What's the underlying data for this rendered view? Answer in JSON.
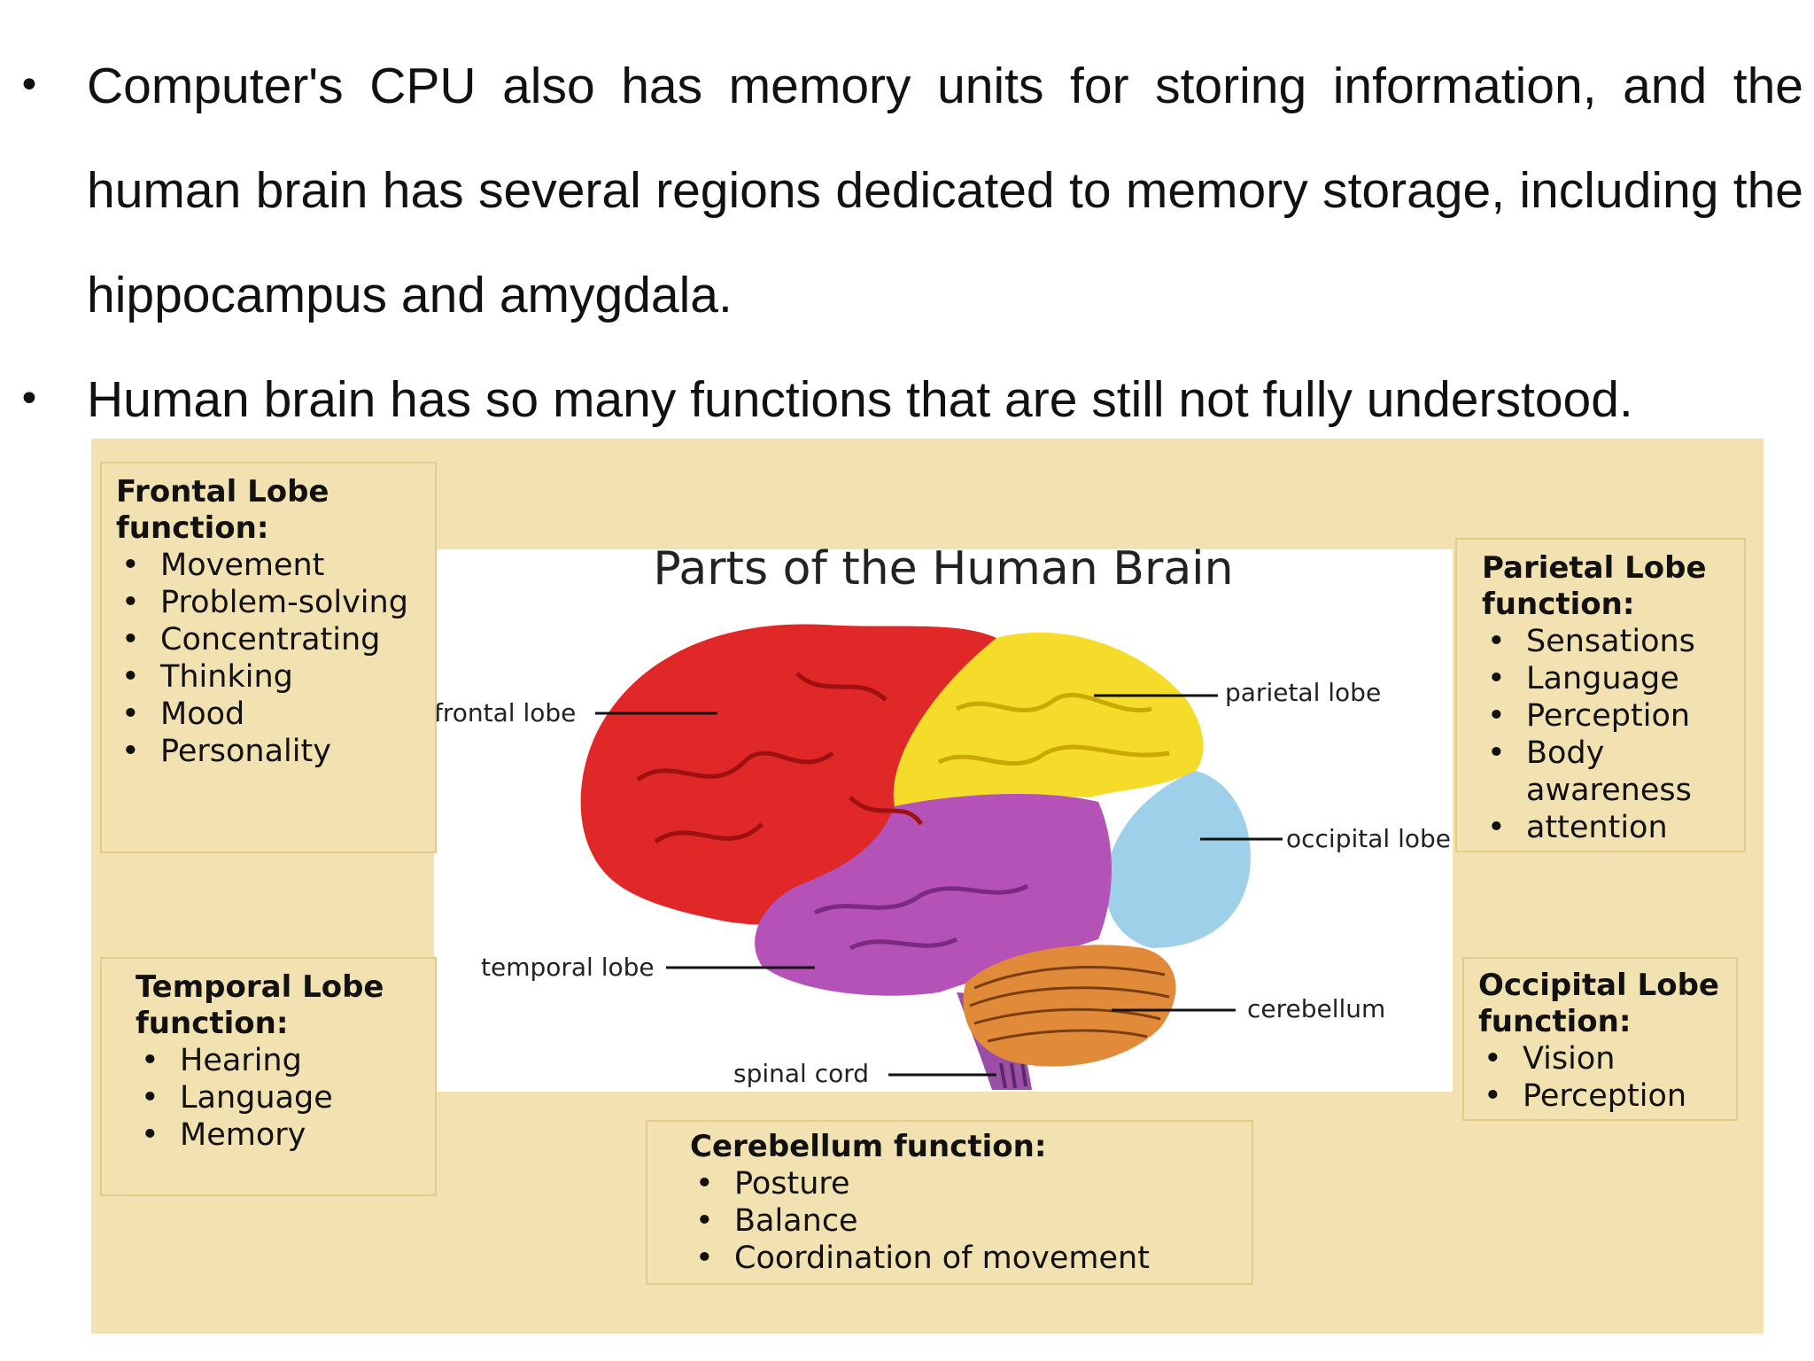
{
  "bullets": [
    {
      "text": "Computer's CPU also has memory units for storing information, and the human brain has several regions dedicated to memory storage, including the hippocampus and amygdala."
    },
    {
      "text": "Human brain has so many functions that are still not fully understood."
    }
  ],
  "diagram": {
    "title": "Parts of the Human Brain",
    "labels": {
      "frontal": "frontal lobe",
      "parietal": "parietal lobe",
      "occipital": "occipital lobe",
      "temporal": "temporal lobe",
      "cerebellum": "cerebellum",
      "spinal": "spinal cord"
    },
    "colors": {
      "panel": "#f2e2b1",
      "frontal": "#e02828",
      "parietal": "#f5dc2a",
      "temporal": "#b452b8",
      "occipital": "#9fd0ea",
      "cerebellum": "#e08a3a"
    },
    "boxes": {
      "frontal": {
        "title": "Frontal Lobe function:",
        "items": [
          "Movement",
          "Problem-solving",
          "Concentrating",
          "Thinking",
          "Mood",
          "Personality"
        ]
      },
      "parietal": {
        "title": "Parietal Lobe function:",
        "items": [
          "Sensations",
          "Language",
          "Perception",
          "Body awareness",
          "attention"
        ]
      },
      "temporal": {
        "title": "Temporal Lobe function:",
        "items": [
          "Hearing",
          "Language",
          "Memory"
        ]
      },
      "occipital": {
        "title": "Occipital Lobe function:",
        "items": [
          "Vision",
          "Perception"
        ]
      },
      "cerebellum": {
        "title": "Cerebellum function:",
        "items": [
          "Posture",
          "Balance",
          "Coordination of movement"
        ]
      }
    }
  }
}
